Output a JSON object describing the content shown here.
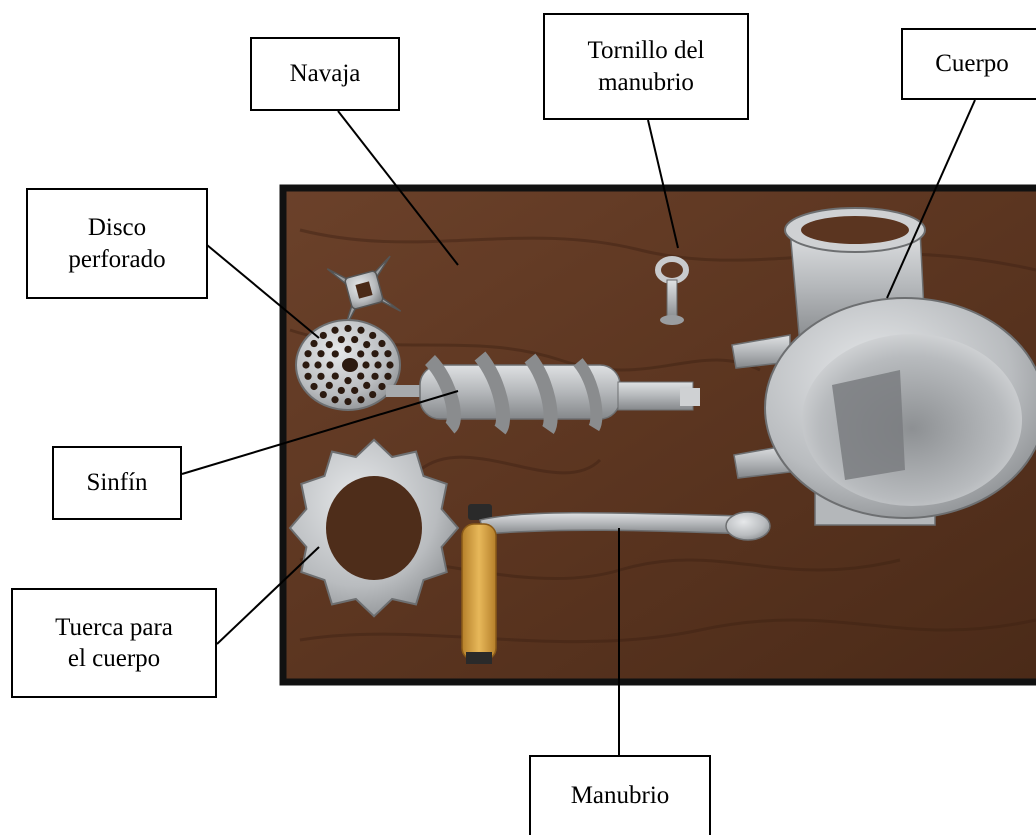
{
  "labels": {
    "navaja": "Navaja",
    "tornillo": "Tornillo del\nmanubrio",
    "cuerpo": "Cuerpo",
    "disco": "Disco\nperforado",
    "sinfin": "Sinfín",
    "tuerca": "Tuerca para\nel cuerpo",
    "manubrio": "Manubrio"
  },
  "colors": {
    "wood": "#5b3520",
    "wood_dark": "#3e2213",
    "metal": "#c4c6c8",
    "metal_shadow": "#8a8c8e",
    "handle_wood": "#d9a441",
    "frame": "#111111"
  }
}
